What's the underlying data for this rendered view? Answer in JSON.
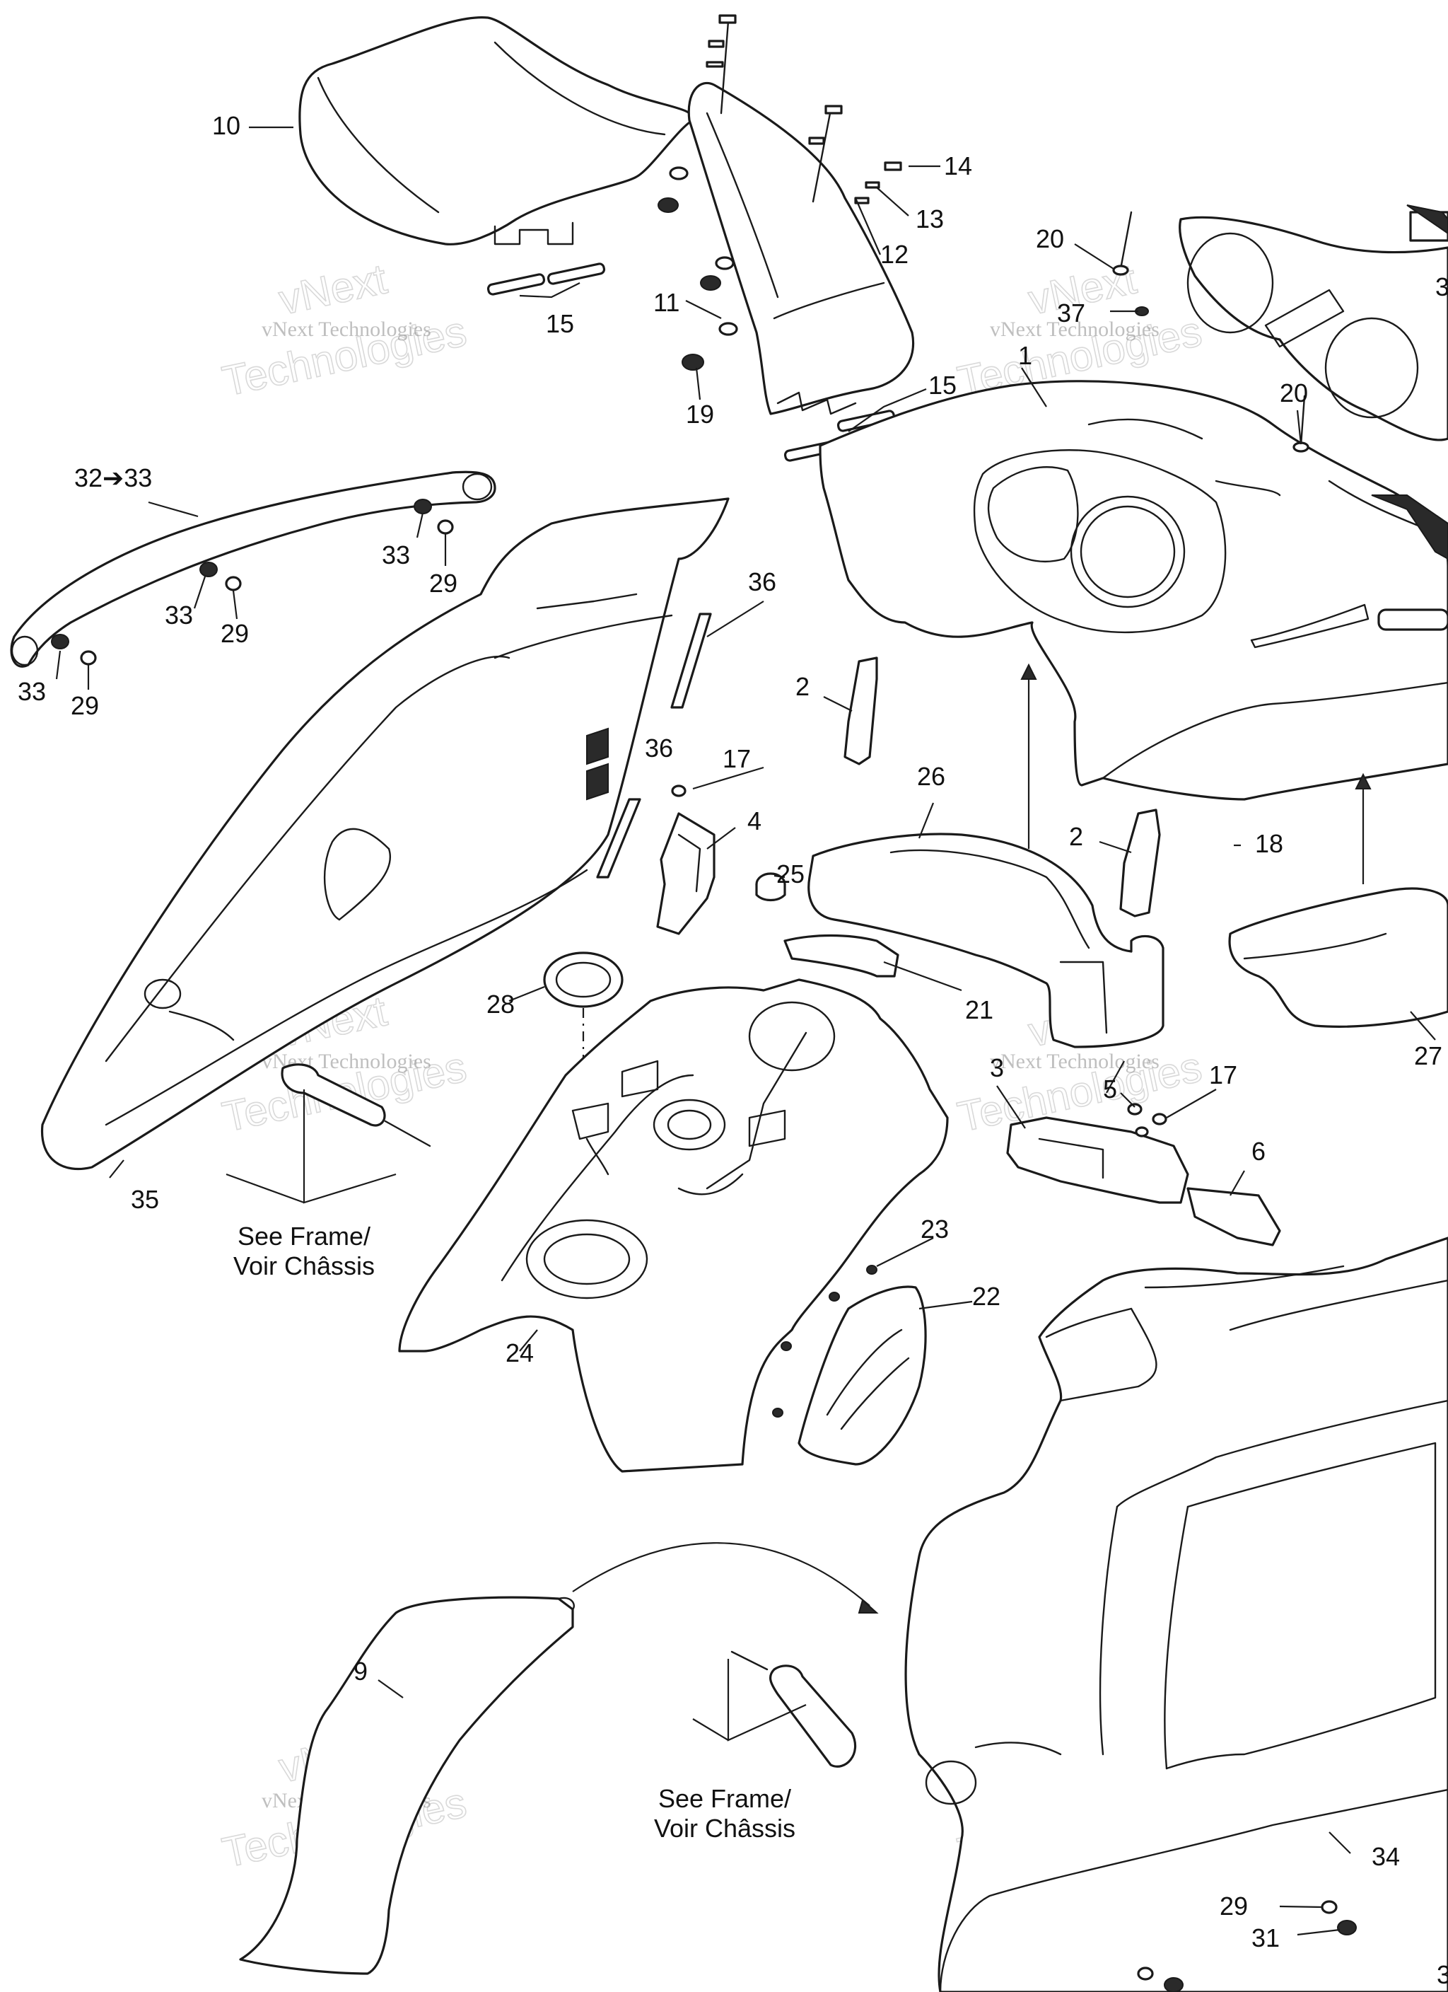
{
  "callouts": [
    {
      "id": "c1",
      "label": "1"
    },
    {
      "id": "c2a",
      "label": "2"
    },
    {
      "id": "c2b",
      "label": "2"
    },
    {
      "id": "c3",
      "label": "3"
    },
    {
      "id": "c4",
      "label": "4"
    },
    {
      "id": "c5",
      "label": "5"
    },
    {
      "id": "c6",
      "label": "6"
    },
    {
      "id": "c9",
      "label": "9"
    },
    {
      "id": "c10",
      "label": "10"
    },
    {
      "id": "c11",
      "label": "11"
    },
    {
      "id": "c12",
      "label": "12"
    },
    {
      "id": "c13",
      "label": "13"
    },
    {
      "id": "c14",
      "label": "14"
    },
    {
      "id": "c15a",
      "label": "15"
    },
    {
      "id": "c15b",
      "label": "15"
    },
    {
      "id": "c17a",
      "label": "17"
    },
    {
      "id": "c17b",
      "label": "17"
    },
    {
      "id": "c18",
      "label": "18"
    },
    {
      "id": "c19",
      "label": "19"
    },
    {
      "id": "c20a",
      "label": "20"
    },
    {
      "id": "c20b",
      "label": "20"
    },
    {
      "id": "c21",
      "label": "21"
    },
    {
      "id": "c22",
      "label": "22"
    },
    {
      "id": "c23",
      "label": "23"
    },
    {
      "id": "c24",
      "label": "24"
    },
    {
      "id": "c25",
      "label": "25"
    },
    {
      "id": "c26",
      "label": "26"
    },
    {
      "id": "c27",
      "label": "27"
    },
    {
      "id": "c28",
      "label": "28"
    },
    {
      "id": "c29a",
      "label": "29"
    },
    {
      "id": "c29b",
      "label": "29"
    },
    {
      "id": "c29c",
      "label": "29"
    },
    {
      "id": "c29d",
      "label": "29"
    },
    {
      "id": "c31",
      "label": "31"
    },
    {
      "id": "c32",
      "label": "32➔33"
    },
    {
      "id": "c33a",
      "label": "33"
    },
    {
      "id": "c33b",
      "label": "33"
    },
    {
      "id": "c33c",
      "label": "33"
    },
    {
      "id": "c34",
      "label": "34"
    },
    {
      "id": "c35",
      "label": "35"
    },
    {
      "id": "c36a",
      "label": "36"
    },
    {
      "id": "c36b",
      "label": "36"
    },
    {
      "id": "c37",
      "label": "37"
    },
    {
      "id": "c3r",
      "label": "3"
    },
    {
      "id": "c3b",
      "label": "3"
    }
  ],
  "notes": {
    "see_frame_line1": "See Frame/",
    "see_frame_line2": "Voir Châssis"
  },
  "watermark": {
    "line_small": "vNext Technologies",
    "line_big_1": "vNext",
    "line_big_2": "Technologies"
  }
}
